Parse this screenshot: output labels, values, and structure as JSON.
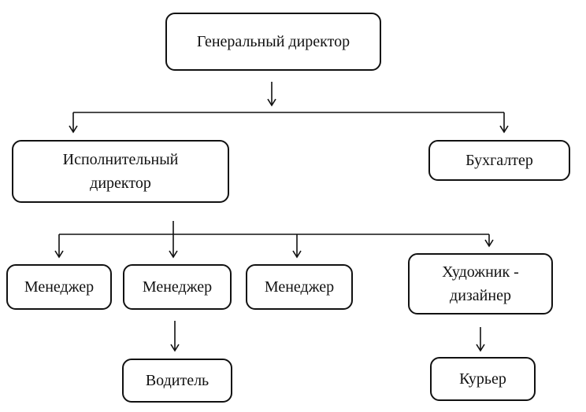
{
  "diagram": {
    "nodes": {
      "general": {
        "label": "Генеральный директор"
      },
      "exec": {
        "line1": "Исполнительный",
        "line2": "директор"
      },
      "accountant": {
        "label": "Бухгалтер"
      },
      "manager1": {
        "label": "Менеджер"
      },
      "manager2": {
        "label": "Менеджер"
      },
      "manager3": {
        "label": "Менеджер"
      },
      "artist": {
        "line1": "Художник -",
        "line2": "дизайнер"
      },
      "driver": {
        "label": "Водитель"
      },
      "courier": {
        "label": "Курьер"
      }
    },
    "edges": [
      {
        "from": "general",
        "to": "exec"
      },
      {
        "from": "general",
        "to": "accountant"
      },
      {
        "from": "exec",
        "to": "manager1"
      },
      {
        "from": "exec",
        "to": "manager2"
      },
      {
        "from": "exec",
        "to": "manager3"
      },
      {
        "from": "exec",
        "to": "artist"
      },
      {
        "from": "manager2",
        "to": "driver"
      },
      {
        "from": "artist",
        "to": "courier"
      }
    ]
  }
}
